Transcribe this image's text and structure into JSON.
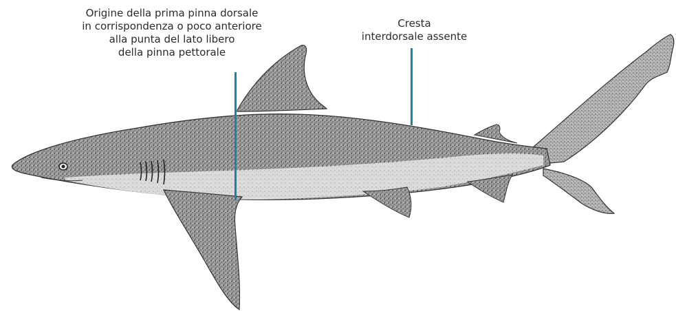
{
  "annotations": {
    "dorsal_origin": {
      "lines": [
        "Origine della prima pinna dorsale",
        "in corrispondenza o poco anteriore",
        "alla punta del lato libero",
        "della pinna pettorale"
      ]
    },
    "interdorsal_ridge": {
      "lines": [
        "Cresta",
        "interdorsale assente"
      ]
    }
  },
  "colors": {
    "leader_line": "#1e7fa8",
    "text": "#2b2b2b",
    "shark_dark": "#7a7a7a",
    "shark_light": "#d9d9d9"
  }
}
